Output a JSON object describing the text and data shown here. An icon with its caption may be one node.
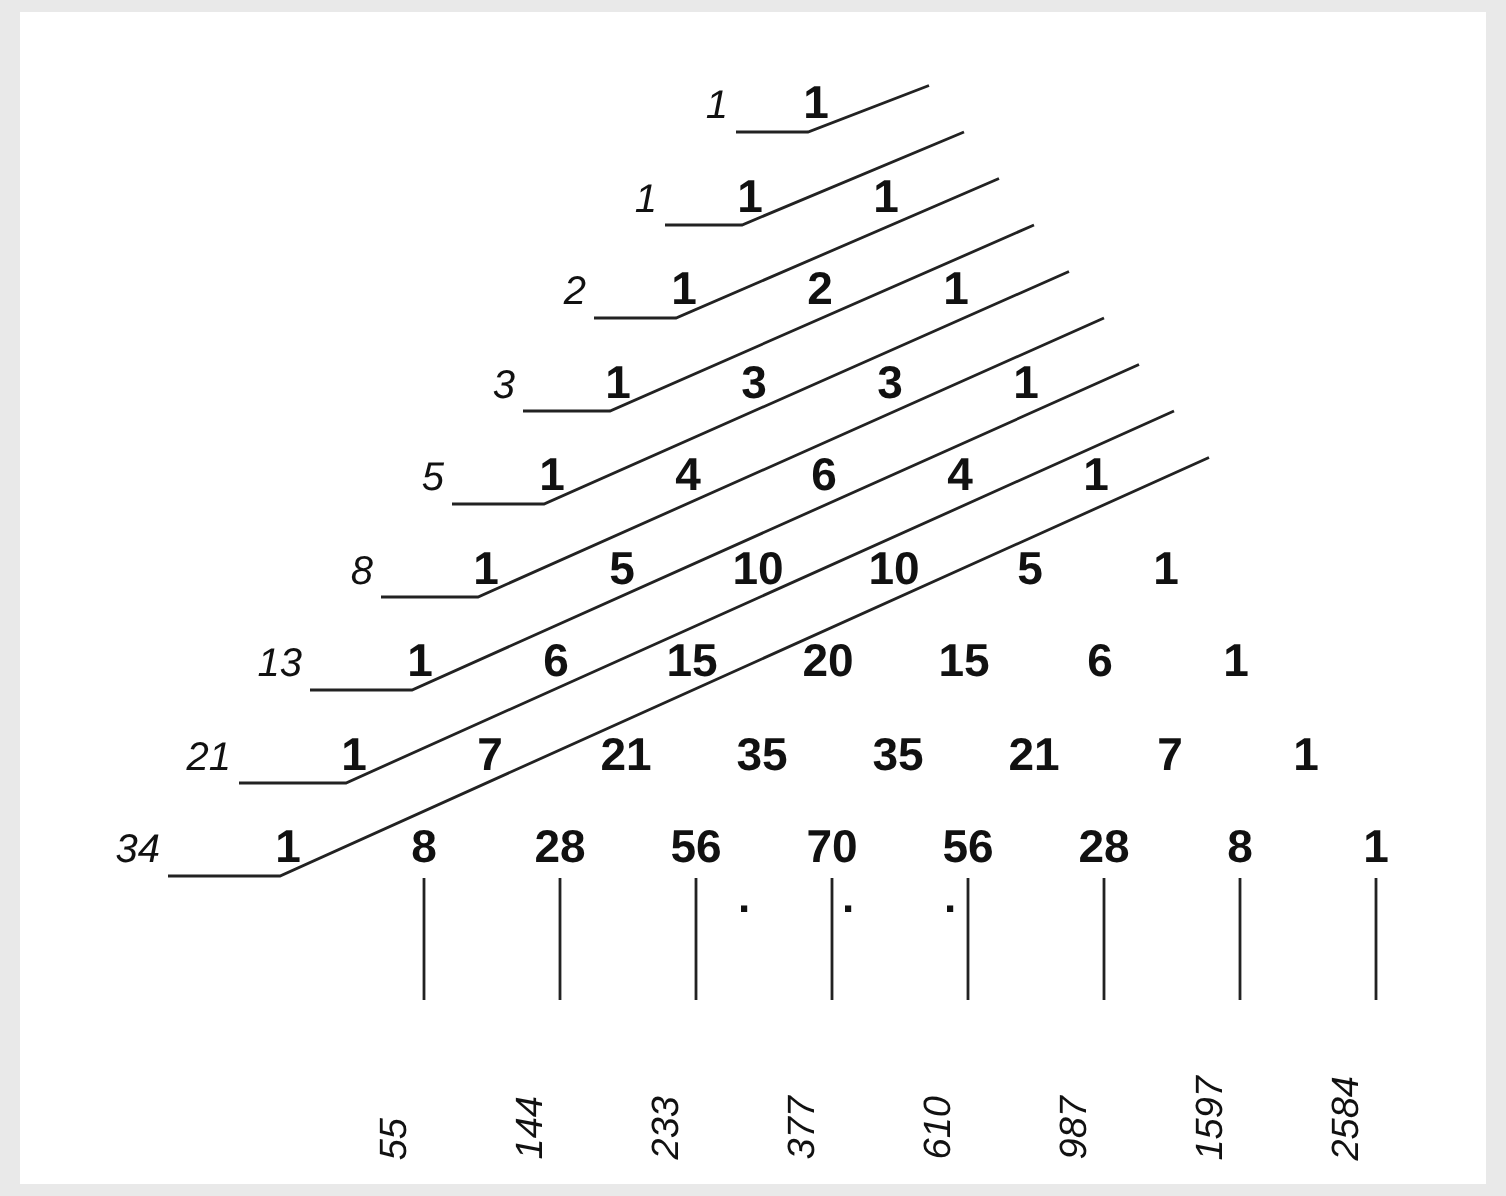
{
  "diagram": {
    "labels": [
      "1",
      "1",
      "1",
      "1",
      "1",
      "2",
      "1",
      "2",
      "1",
      "3",
      "1",
      "3",
      "3",
      "1",
      "5",
      "1",
      "4",
      "6",
      "4",
      "1",
      "8",
      "1",
      "5",
      "10",
      "10",
      "5",
      "1",
      "13",
      "1",
      "6",
      "15",
      "20",
      "15",
      "6",
      "1",
      "21",
      "1",
      "7",
      "21",
      "35",
      "35",
      "21",
      "7",
      "1",
      "34",
      "1",
      "8",
      "28",
      "56",
      "70",
      "56",
      "28",
      "8",
      "1",
      ".",
      ".",
      ".",
      "55",
      "144",
      "233",
      "377",
      "610",
      "987",
      "1597",
      "2584"
    ]
  }
}
